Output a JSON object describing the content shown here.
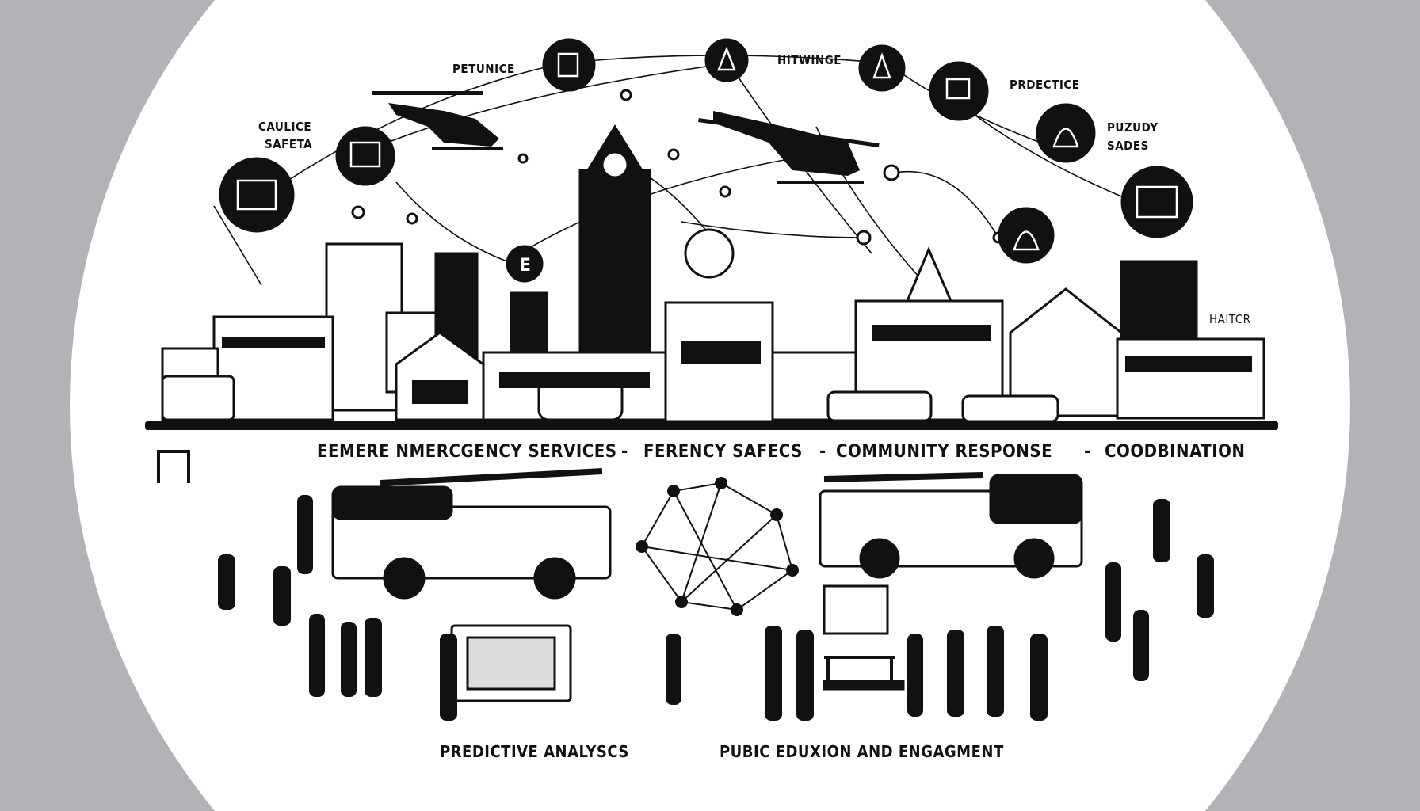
{
  "labels": {
    "petunice": "PETUNICE",
    "hitwinge": "HITWINGE",
    "prdectice": "PRDECTICE",
    "caulice": "CAULICE",
    "safeta": "SAFETA",
    "puzudy": "PUZUDY",
    "sades": "SADES",
    "haitcr": "HAITCR"
  },
  "banner": {
    "items": [
      "EEMERE NMERCGENCY SERVICES",
      "FERENCY SAFECS",
      "COMMUNITY RESPONSE",
      "COODBINATION"
    ],
    "separator": "-"
  },
  "captions": {
    "left": "PREDICTIVE ANALYSCS",
    "right": "PUBIC EDUXION AND ENGAGMENT"
  },
  "colors": {
    "background": "#b1b3b6",
    "canvas": "#ffffff",
    "ink": "#111111"
  }
}
